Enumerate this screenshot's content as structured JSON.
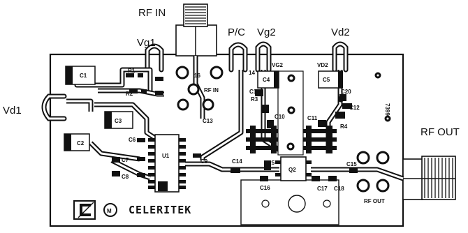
{
  "labels": {
    "rf_in": "RF IN",
    "rf_out": "RF OUT",
    "vg1": "Vg1",
    "pc": "P/C",
    "vg2": "Vg2",
    "vd2": "Vd2",
    "vd1": "Vd1"
  },
  "silkscreen": {
    "c1": "C1",
    "c2": "C2",
    "c3": "C3",
    "c4": "C4",
    "c5": "C5",
    "c6": "C6",
    "c7": "C7",
    "c8": "C8",
    "c9": "C9",
    "c10": "C10",
    "c11": "C11",
    "c12": "C12",
    "c13": "C13",
    "c14": "C14",
    "c15": "C15",
    "c16": "C16",
    "c17": "C17",
    "c18": "C18",
    "c19": "C19",
    "c20": "C20",
    "r1": "R1",
    "r2": "R2",
    "r3": "R3",
    "r4": "R4",
    "r5": "R5",
    "u1": "U1",
    "q2": "Q2",
    "pin16": "16",
    "pin14": "14",
    "rf_in_pad": "RF IN",
    "rf_out_pad": "RF OUT",
    "vg2_pad": "VG2",
    "vd2_pad": "VD2",
    "board_id": "7399"
  },
  "brand": {
    "name": "CELERITEK",
    "badge": "M"
  }
}
